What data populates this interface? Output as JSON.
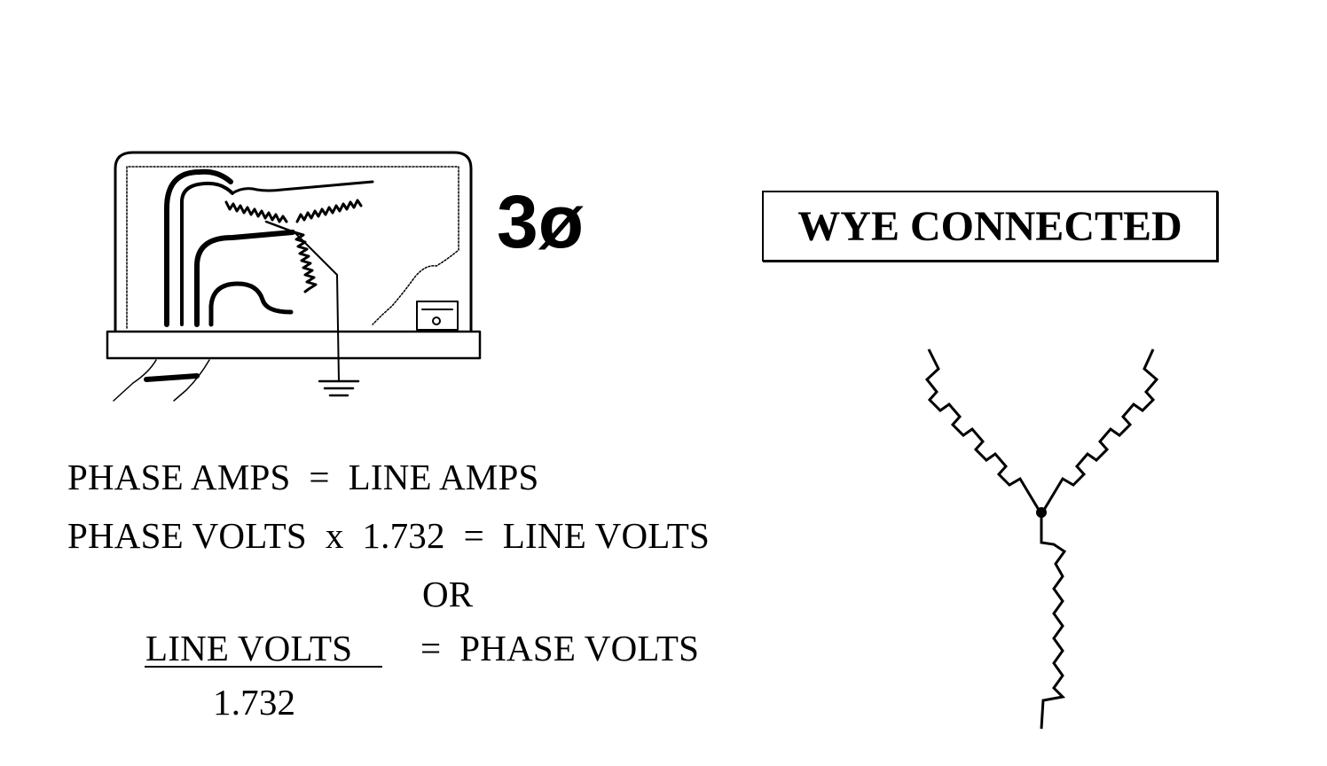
{
  "phase_symbol": "3ø",
  "title_box": "WYE CONNECTED",
  "equations": {
    "line1": "PHASE AMPS  =  LINE AMPS",
    "line2": "PHASE VOLTS  x  1.732  =  LINE VOLTS",
    "or": "OR",
    "line4_numerator": "LINE VOLTS",
    "line4_rhs": "=  PHASE VOLTS",
    "line4_denominator": "1.732"
  }
}
